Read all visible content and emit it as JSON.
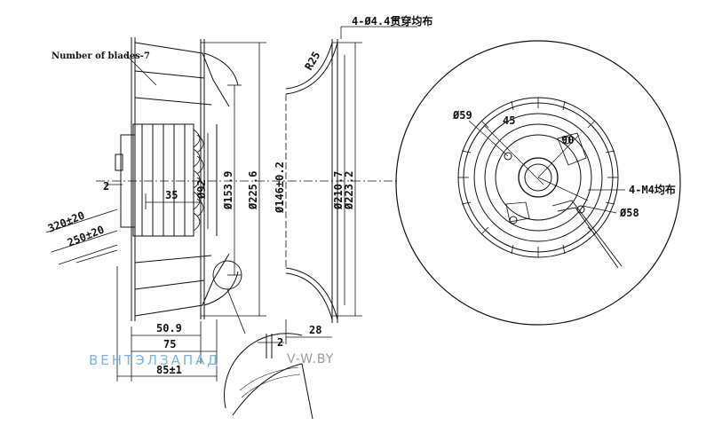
{
  "notes": {
    "blades": "Number of blades-7",
    "holes": "4-Ø4.4贯穿均布",
    "m4": "4-M4均布"
  },
  "dims": {
    "d2": "2",
    "d35": "35",
    "d320": "320±20",
    "d250": "250±20",
    "d92": "Ø92",
    "d153": "Ø153.9",
    "d225": "Ø225.6",
    "d146": "Ø146±0.2",
    "d210": "Ø210.7",
    "d223": "Ø223.2",
    "r25": "R25",
    "d509": "50.9",
    "d75": "75",
    "d85": "85±1",
    "d28": "28",
    "ddet2": "2",
    "d59": "Ø59",
    "d45": "45",
    "d90": "90",
    "d58": "Ø58"
  },
  "watermark": {
    "brand": "ВЕНТЭЛЗАПАД",
    "site": "V-W.BY"
  }
}
